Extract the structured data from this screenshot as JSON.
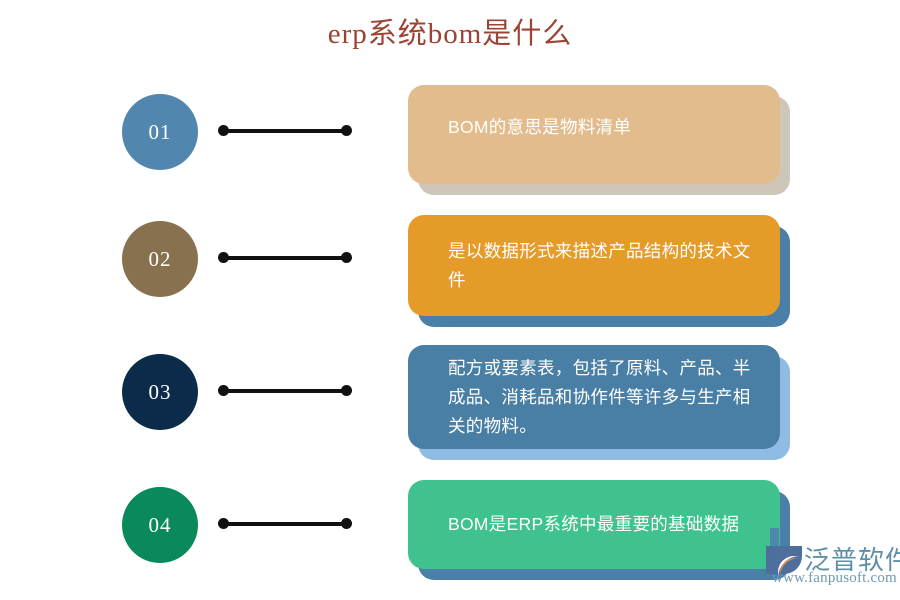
{
  "page": {
    "title": "erp系统bom是什么",
    "title_color": "#9C4434",
    "background": "#FFFFFF"
  },
  "steps": [
    {
      "number": "01",
      "bubble_color": "#5186AE",
      "card_color": "#E3BC8E",
      "shadow_color": "#CFC6BA",
      "text": "BOM的意思是物料清单"
    },
    {
      "number": "02",
      "bubble_color": "#87714F",
      "card_color": "#E59B28",
      "shadow_color": "#4A7FA8",
      "text": "是以数据形式来描述产品结构的技术文件"
    },
    {
      "number": "03",
      "bubble_color": "#0C2B4B",
      "card_color": "#4A7FA5",
      "shadow_color": "#8EBCE2",
      "text": "配方或要素表，包括了原料、产品、半成品、消耗品和协作件等许多与生产相关的物料。"
    },
    {
      "number": "04",
      "bubble_color": "#0A8A5A",
      "card_color": "#3FC28D",
      "shadow_color": "#4A7FA8",
      "text": "BOM是ERP系统中最重要的基础数据"
    }
  ],
  "watermark": {
    "name": "泛普软件",
    "url": "www.fanpusoft.com",
    "brand_color": "#5E8FA8",
    "accent_color": "#E08A4A"
  }
}
